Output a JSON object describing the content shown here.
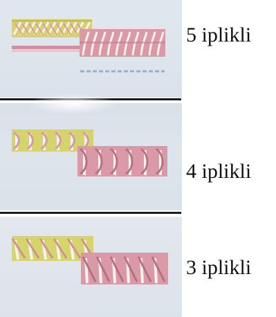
{
  "items": [
    {
      "label": "5 iplikli"
    },
    {
      "label": "4 iplikli"
    },
    {
      "label": "3 iplikli"
    }
  ],
  "colors": {
    "thread_yellow": "#d4d36a",
    "thread_pink": "#d69aa6",
    "thread_white": "#f6f3ee",
    "thread_blue": "#9aaec8",
    "panel_bg": "#dfe5ed",
    "divider": "#1b1b1b"
  }
}
